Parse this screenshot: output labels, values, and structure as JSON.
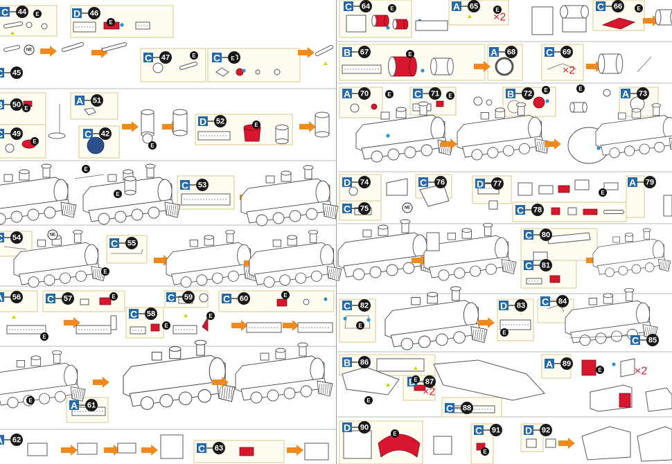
{
  "steps": [
    {
      "num": "44",
      "sheet": "C"
    },
    {
      "num": "45",
      "sheet": "C"
    },
    {
      "num": "46",
      "sheet": "D"
    },
    {
      "num": "47",
      "sheet": "C"
    },
    {
      "num": "48",
      "sheet": "C"
    },
    {
      "num": "49",
      "sheet": "C"
    },
    {
      "num": "50",
      "sheet": "B"
    },
    {
      "num": "51",
      "sheet": "A"
    },
    {
      "num": "42",
      "sheet": "C"
    },
    {
      "num": "52",
      "sheet": "D"
    },
    {
      "num": "53",
      "sheet": "C"
    },
    {
      "num": "54",
      "sheet": "C"
    },
    {
      "num": "55",
      "sheet": "C"
    },
    {
      "num": "56",
      "sheet": "A"
    },
    {
      "num": "57",
      "sheet": "C"
    },
    {
      "num": "58",
      "sheet": "C"
    },
    {
      "num": "59",
      "sheet": "C"
    },
    {
      "num": "60",
      "sheet": "C"
    },
    {
      "num": "61",
      "sheet": "A"
    },
    {
      "num": "62",
      "sheet": "A"
    },
    {
      "num": "63",
      "sheet": "C"
    },
    {
      "num": "64",
      "sheet": "C"
    },
    {
      "num": "65",
      "sheet": "A"
    },
    {
      "num": "66",
      "sheet": "C"
    },
    {
      "num": "67",
      "sheet": "B"
    },
    {
      "num": "68",
      "sheet": "A"
    },
    {
      "num": "69",
      "sheet": "C"
    },
    {
      "num": "70",
      "sheet": "A"
    },
    {
      "num": "71",
      "sheet": "C"
    },
    {
      "num": "72",
      "sheet": "B"
    },
    {
      "num": "73",
      "sheet": "A"
    },
    {
      "num": "74",
      "sheet": "D"
    },
    {
      "num": "75",
      "sheet": "C"
    },
    {
      "num": "76",
      "sheet": "C"
    },
    {
      "num": "77",
      "sheet": "D"
    },
    {
      "num": "78",
      "sheet": "C"
    },
    {
      "num": "79",
      "sheet": "A"
    },
    {
      "num": "80",
      "sheet": "C"
    },
    {
      "num": "81",
      "sheet": "C"
    },
    {
      "num": "82",
      "sheet": "C"
    },
    {
      "num": "83",
      "sheet": "D"
    },
    {
      "num": "84",
      "sheet": "C"
    },
    {
      "num": "85",
      "sheet": "C"
    },
    {
      "num": "86",
      "sheet": "B"
    },
    {
      "num": "87",
      "sheet": "D"
    },
    {
      "num": "88",
      "sheet": "C"
    },
    {
      "num": "89",
      "sheet": "A"
    },
    {
      "num": "90",
      "sheet": "D"
    },
    {
      "num": "91",
      "sheet": "C"
    },
    {
      "num": "92",
      "sheet": "D"
    }
  ],
  "markers": {
    "e": "E",
    "ne": "NE"
  },
  "multipliers": {
    "x2": "×2"
  },
  "colors": {
    "sheet_badge": "#2569a8",
    "step_circle": "#1a1a1a",
    "arrow": "#ee8a1e",
    "highlight_part": "#d8172e",
    "pin": "#2f8fd6",
    "box_border": "#d9c98a"
  },
  "icons": [
    "arrow-right-icon",
    "locomotive-illustration",
    "boiler-part-illustration",
    "flat-sheet-part-illustration",
    "bend-tab-icon"
  ]
}
